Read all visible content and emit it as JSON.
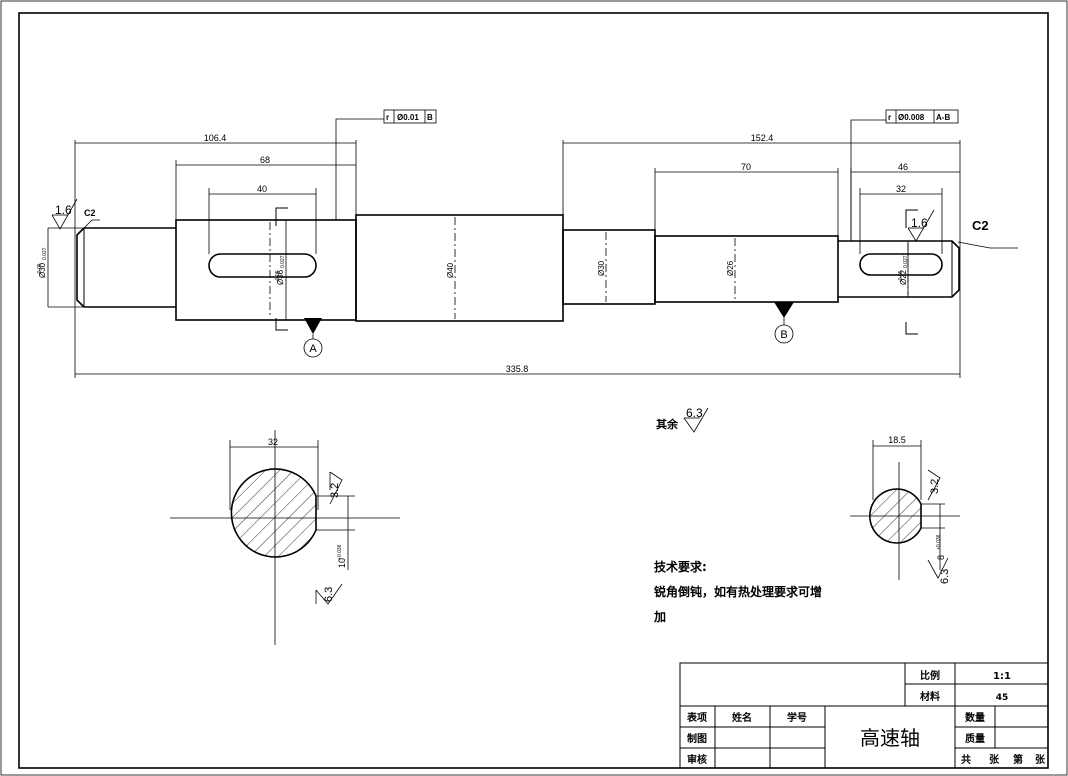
{
  "dimensions": {
    "left_length": "106.4",
    "left_keyway_span": "68",
    "left_keyway_length": "40",
    "right_length": "152.4",
    "right_span": "70",
    "right_end_span": "46",
    "right_keyway_length": "32",
    "total_length": "335.8",
    "dia_30": "Ø30",
    "dia_30_tol_upper": "-0.05",
    "dia_30_tol_lower": "0.027",
    "dia_36": "Ø36",
    "dia_36_tol_upper": "-0.05",
    "dia_36_tol_lower": "0.027",
    "dia_40": "Ø40",
    "dia_30b": "Ø30",
    "dia_26": "Ø26",
    "dia_22": "Ø22",
    "dia_22_tol_upper": "-0.05",
    "dia_22_tol_lower": "0.027",
    "chamfer_left": "C2",
    "chamfer_right": "C2",
    "section1_width": "32",
    "section1_key_depth": "10",
    "section1_key_tol": "+0.036",
    "section2_width": "18.5",
    "section2_key_depth": "8",
    "section2_key_tol": "+0.036"
  },
  "tolerances": {
    "left_frame_symbol": "r",
    "left_frame_value": "Ø0.01",
    "left_frame_datum": "B",
    "right_frame_symbol": "r",
    "right_frame_value": "Ø0.008",
    "right_frame_datum": "A-B",
    "datum_a": "A",
    "datum_b": "B"
  },
  "roughness": {
    "left_end": "1.6",
    "right_journal": "1.6",
    "rest_label": "其余",
    "rest_value": "6.3",
    "sec1_side": "3.2",
    "sec1_bottom": "6.3",
    "sec2_side": "3.2",
    "sec2_bottom": "6.3"
  },
  "notes": {
    "title": "技术要求:",
    "line1": "锐角倒钝，如有热处理要求可增",
    "line2": "加"
  },
  "title_block": {
    "scale_label": "比例",
    "scale_value": "1:1",
    "material_label": "材料",
    "material_value": "45",
    "row_header": "表项",
    "name_label": "姓名",
    "id_label": "学号",
    "drawn_label": "制图",
    "checked_label": "审核",
    "part_name": "高速轴",
    "quantity_label": "数量",
    "mass_label": "质量",
    "sheet_total": "共",
    "sheet_unit1": "张",
    "sheet_no": "第",
    "sheet_unit2": "张"
  }
}
